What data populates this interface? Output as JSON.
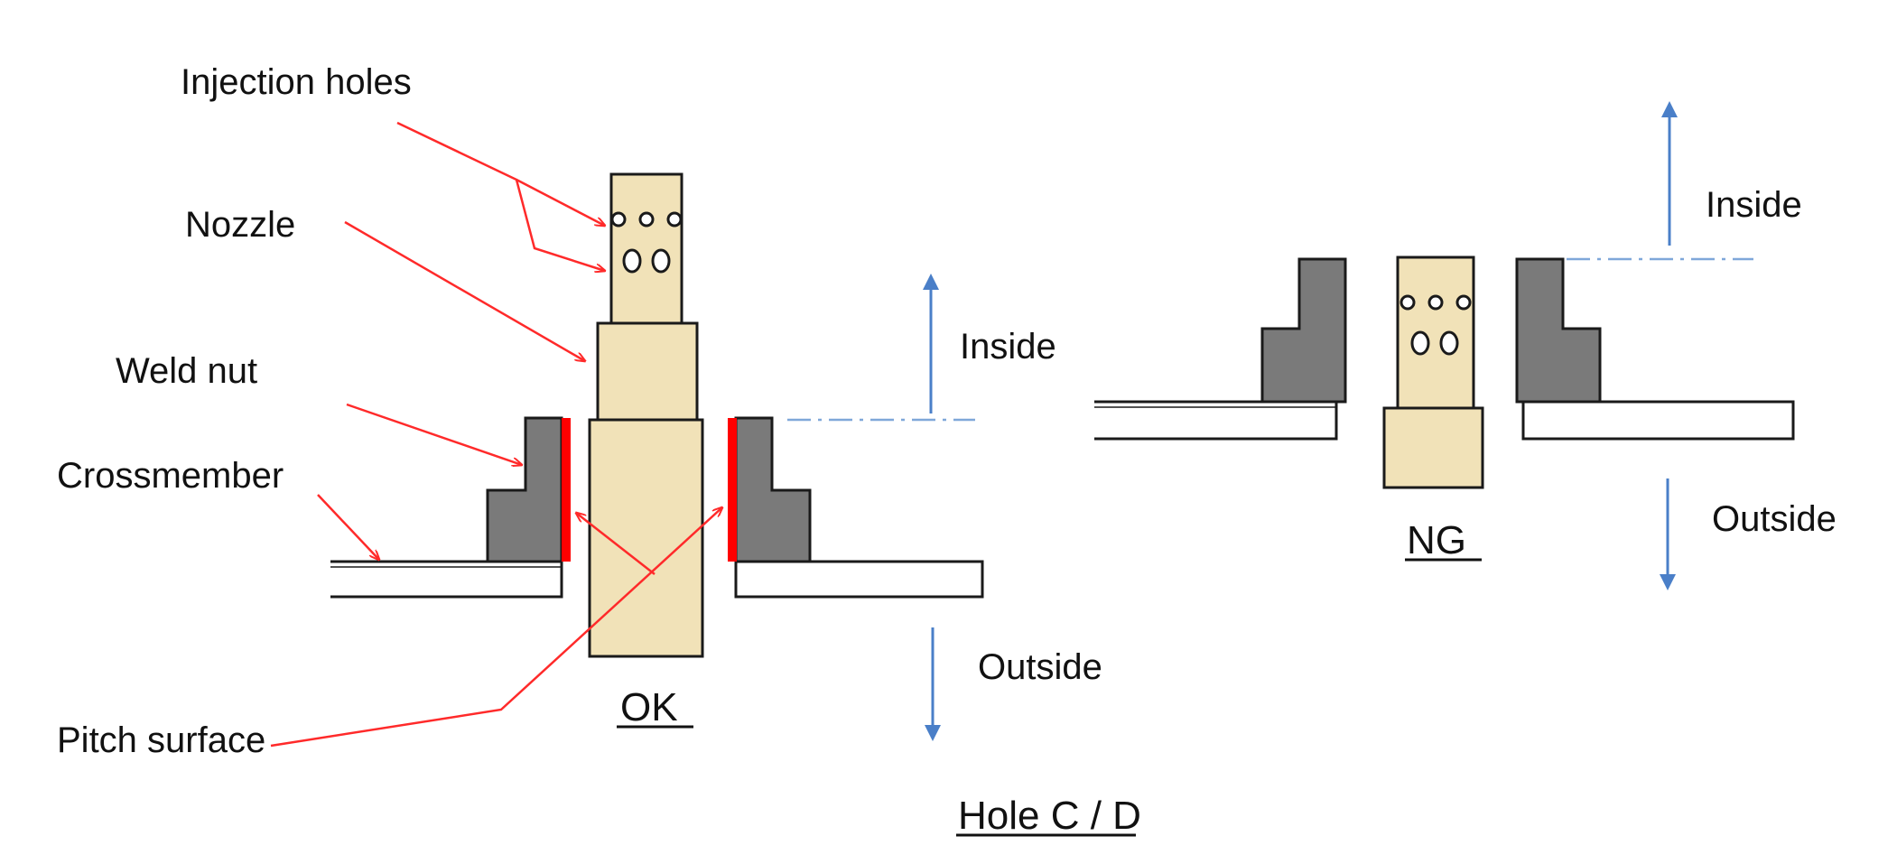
{
  "labels": {
    "injection_holes": "Injection holes",
    "nozzle": "Nozzle",
    "weld_nut": "Weld nut",
    "crossmember": "Crossmember",
    "pitch_surface": "Pitch surface"
  },
  "ok_view": {
    "inside": "Inside",
    "outside": "Outside",
    "caption": "OK"
  },
  "ng_view": {
    "inside": "Inside",
    "outside": "Outside",
    "caption": "NG"
  },
  "figure_caption": "Hole C / D",
  "colors": {
    "nozzle_fill": "#f1e2b8",
    "weld_nut_fill": "#7a7a7a",
    "pitch_surface": "#ff0000",
    "leader_line": "#ff2a2a",
    "direction_arrow": "#4a7fc8",
    "outline": "#1a1a1a"
  }
}
